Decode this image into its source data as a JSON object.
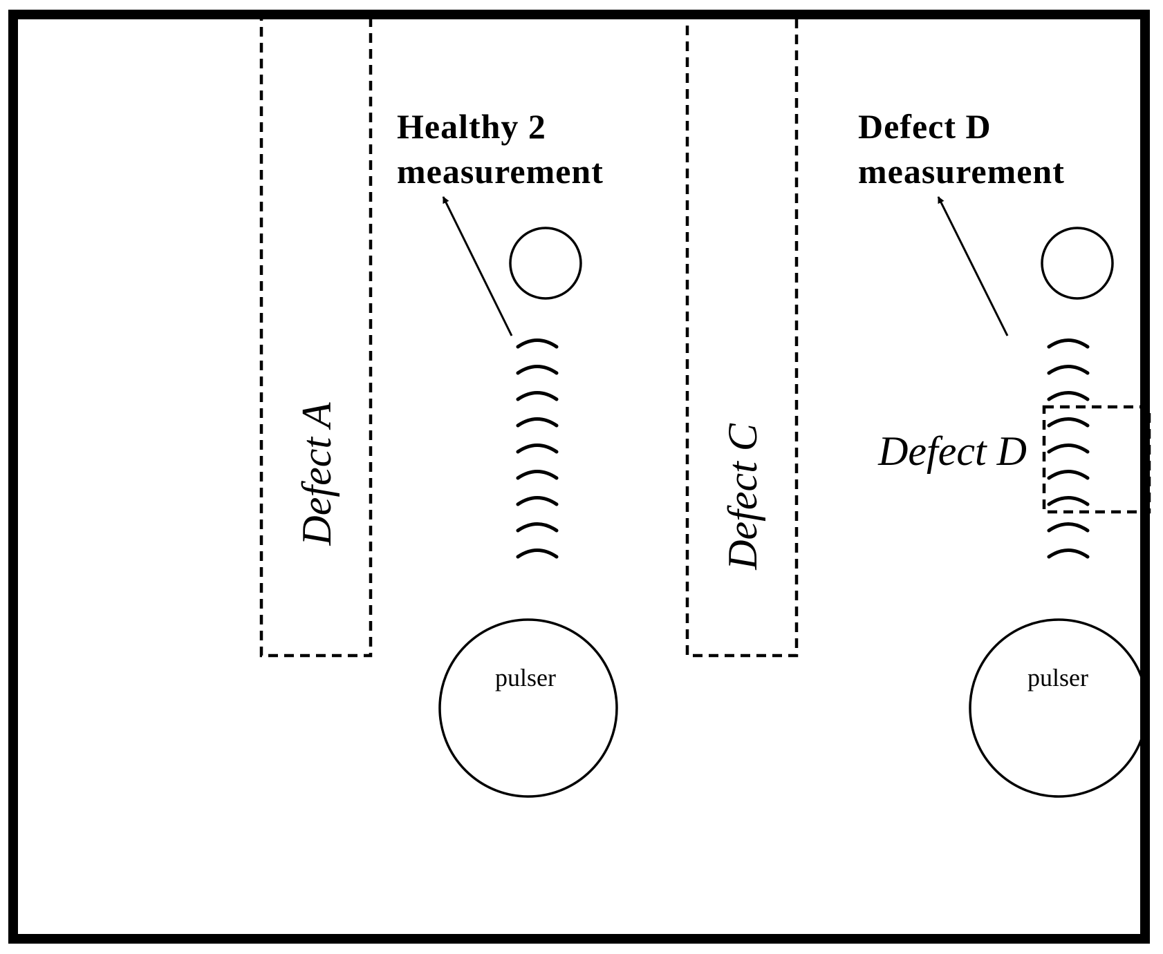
{
  "healthy_measurement": {
    "line1": "Healthy 2",
    "line2": "measurement"
  },
  "defect_d_measurement": {
    "line1": "Defect D",
    "line2": "measurement"
  },
  "defect_a_label": "Defect A",
  "defect_c_label": "Defect C",
  "defect_d_label": "Defect D",
  "pulser_left_label": "pulser",
  "pulser_right_label": "pulser",
  "colors": {
    "line": "#000000",
    "background": "#ffffff"
  }
}
